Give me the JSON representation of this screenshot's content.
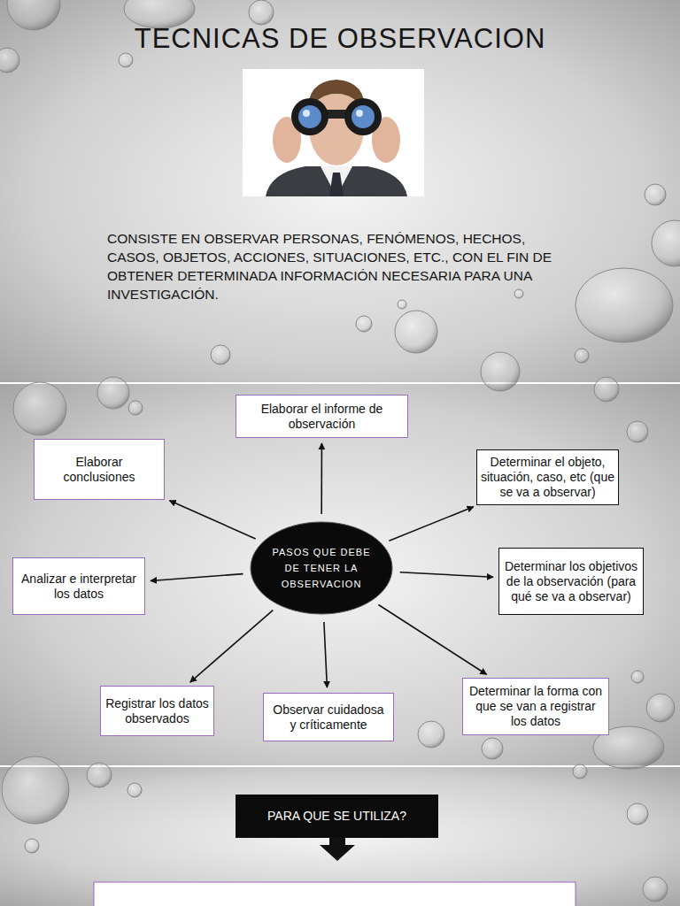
{
  "diagram": {
    "title": "TECNICAS DE OBSERVACION",
    "nodes": [
      {
        "text": [
          "Elaborar el informe de observación"
        ]
      },
      {
        "text": [
          "Elaborar conclusiones"
        ]
      },
      {
        "text": [
          "Determinar el objeto, situación, caso, etc (que se va a observar)"
        ]
      },
      {
        "text": [
          "Analizar e interpretar los datos"
        ]
      },
      {
        "text": [
          "PASOS QUE DEBE DE TENER LA OBSERVACION"
        ]
      },
      {
        "text": [
          "Determinar los objetivos de la observación (para qué se va a observar)"
        ]
      },
      {
        "text": [
          "Determinar la forma con que se van a registrar los datos"
        ]
      },
      {
        "text": [
          "Registrar los datos observados"
        ]
      },
      {
        "text": [
          "Observar cuidadosa y críticamente"
        ]
      },
      {
        "text": [
          "PARA QUE SE UTILIZA?"
        ]
      }
    ],
    "edges": [
      {
        "from": 4,
        "to": 0,
        "arrow": "to"
      },
      {
        "from": 4,
        "to": 2,
        "arrow": "to"
      },
      {
        "from": 4,
        "to": 5,
        "arrow": "to"
      },
      {
        "from": 4,
        "to": 6,
        "arrow": "to"
      },
      {
        "from": 4,
        "to": 8,
        "arrow": "to"
      },
      {
        "from": 4,
        "to": 7,
        "arrow": "to"
      },
      {
        "from": 4,
        "to": 3,
        "arrow": "to"
      },
      {
        "from": 4,
        "to": 1,
        "arrow": "to"
      }
    ],
    "labels": [
      "CONSISTE EN OBSERVAR PERSONAS, FENÓMENOS, HECHOS, CASOS, OBJETOS, ACCIONES, SITUACIONES, ETC., CON EL FIN DE OBTENER DETERMINADA INFORMACIÓN NECESARIA PARA UNA INVESTIGACIÓN."
    ]
  }
}
